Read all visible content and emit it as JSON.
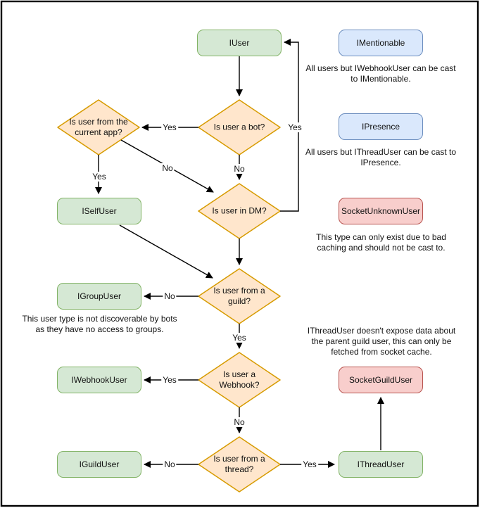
{
  "nodes": {
    "iuser": "IUser",
    "imentionable": "IMentionable",
    "ipresence": "IPresence",
    "socket_unknown_user": "SocketUnknownUser",
    "iself_user": "ISelfUser",
    "igroup_user": "IGroupUser",
    "iwebhook_user": "IWebhookUser",
    "socket_guild_user": "SocketGuildUser",
    "iguild_user": "IGuildUser",
    "ithread_user": "IThreadUser"
  },
  "decisions": {
    "is_bot": "Is user a bot?",
    "is_current_app": "Is user from the current app?",
    "is_dm": "Is user in DM?",
    "is_guild": "Is user from a guild?",
    "is_webhook": "Is user a Webhook?",
    "is_thread": "Is user from a thread?"
  },
  "edge_labels": {
    "bot_to_current_app": "Yes",
    "bot_to_dm": "No",
    "current_app_to_iselfuser": "Yes",
    "current_app_to_dm": "No",
    "dm_to_iuser": "Yes",
    "guild_to_igroupuser": "No",
    "guild_to_webhook": "Yes",
    "webhook_to_iwebhookuser": "Yes",
    "webhook_to_thread": "No",
    "thread_to_iguilduser": "No",
    "thread_to_ithreaduser": "Yes"
  },
  "captions": {
    "imentionable_note": "All users but IWebhookUser can be cast to IMentionable.",
    "ipresence_note": "All users but IThreadUser can be cast to IPresence.",
    "socket_unknown_note": "This type can only exist due to bad caching and should not be cast to.",
    "igroup_note": "This user type is not discoverable by bots as they have no access to groups.",
    "ithread_note": "IThreadUser doesn't expose data about the parent guild user, this can only be fetched from socket cache."
  },
  "colors": {
    "green_fill": "#d5e8d4",
    "green_stroke": "#82b366",
    "blue_fill": "#dae8fc",
    "blue_stroke": "#6c8ebf",
    "orange_fill": "#ffe6cc",
    "orange_stroke": "#d79b00",
    "red_fill": "#f8cecc",
    "red_stroke": "#b85450",
    "line": "#000000"
  }
}
